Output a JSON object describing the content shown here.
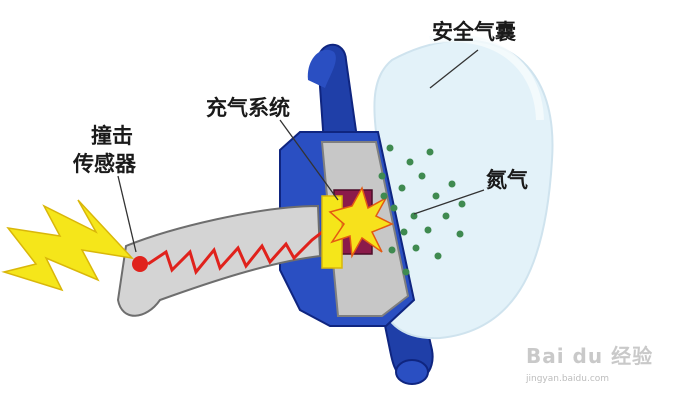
{
  "labels": {
    "airbag": "安全气囊",
    "inflator": "充气系统",
    "sensor_line1": "撞击",
    "sensor_line2": "传感器",
    "nitrogen": "氮气"
  },
  "watermark": {
    "brand": "Bai du 经验",
    "site": "jingyan.baidu.com"
  },
  "colors": {
    "column_blue": "#1f3fa8",
    "airbag_fill": "#e3f2f9",
    "gas_dots": "#3f8a50",
    "lightning": "#f5e61a",
    "wire": "#e0221c",
    "igniter": "#8b1a4a"
  }
}
